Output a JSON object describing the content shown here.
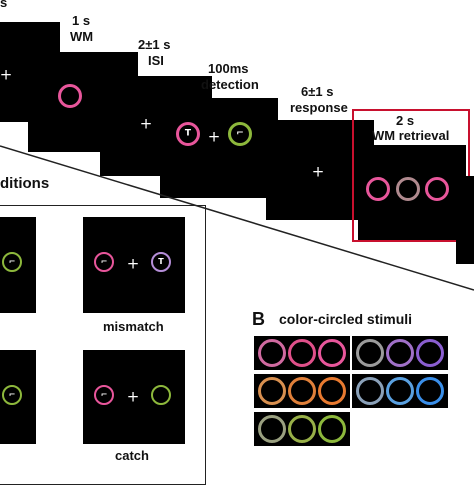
{
  "timeline": {
    "fragment_label": "s",
    "wm_time": "1 s",
    "wm_name": "WM",
    "isi_time": "2±1 s",
    "isi_name": "ISI",
    "det_time": "100ms",
    "det_name": "detection",
    "resp_time": "6±1 s",
    "resp_name": "response",
    "ret_time": "2 s",
    "ret_name": "WM retrieval",
    "cross": "+"
  },
  "panel_a": {
    "heading_fragment": "ditions",
    "label_mismatch": "mismatch",
    "label_catch": "catch",
    "glyph_t": "T",
    "glyph_corner": "⌐",
    "glyph_corner_rot": "⌐"
  },
  "panel_b": {
    "letter": "B",
    "title": "color-circled stimuli"
  },
  "colors": {
    "pink": "#e8569b",
    "green": "#8db83c",
    "purple": "#b58ed8",
    "mauve": "#b08a8f",
    "highlight_red": "#c8102e"
  }
}
